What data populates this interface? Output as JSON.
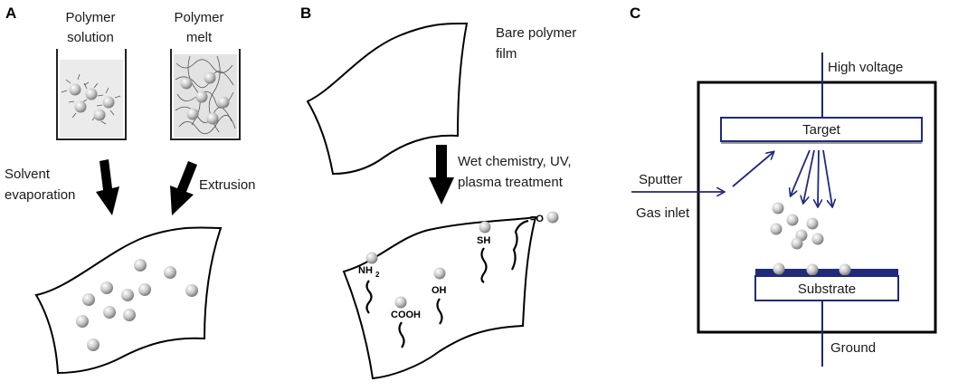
{
  "panels": {
    "a": {
      "letter": "A",
      "beaker1_label": [
        "Polymer",
        "solution"
      ],
      "beaker2_label": [
        "Polymer",
        "melt"
      ],
      "arrow1_label": [
        "Solvent",
        "evaporation"
      ],
      "arrow2_label": "Extrusion"
    },
    "b": {
      "letter": "B",
      "film_label": [
        "Bare polymer",
        "film"
      ],
      "arrow_label": [
        "Wet chemistry, UV,",
        "plasma treatment"
      ],
      "groups": {
        "nh": "NH",
        "nh_sub": "2",
        "cooh": "COOH",
        "oh": "OH",
        "sh": "SH",
        "ketone": "=O"
      }
    },
    "c": {
      "letter": "C",
      "high_voltage": "High voltage",
      "target": "Target",
      "sputter": "Sputter",
      "gas_inlet": "Gas inlet",
      "substrate": "Substrate",
      "ground": "Ground"
    }
  },
  "colors": {
    "navy": "#1f2a7a",
    "ink": "#000000",
    "beaker_fill": "#e9e9e9"
  }
}
